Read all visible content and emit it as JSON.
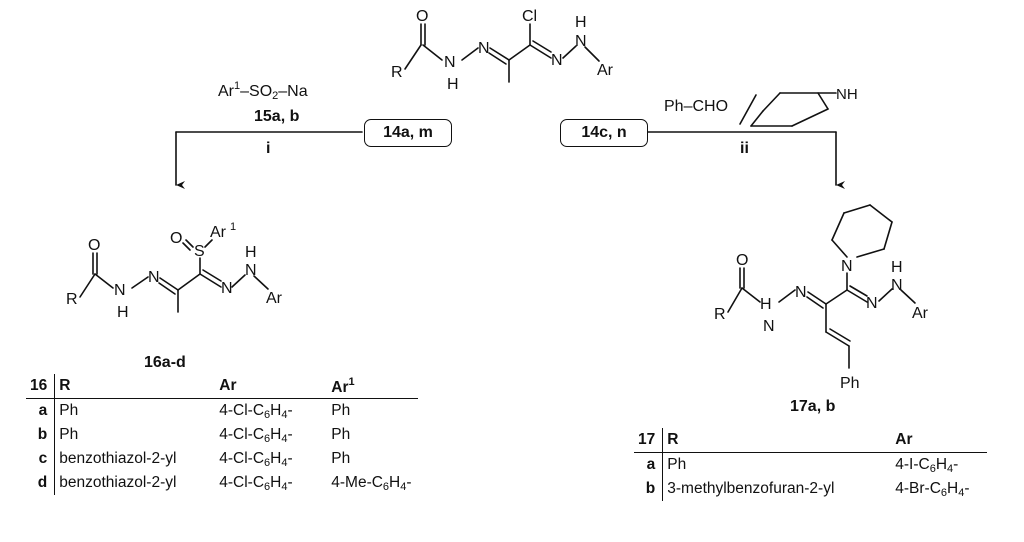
{
  "reagents": {
    "left_reagent_prefix": "Ar",
    "left_reagent_sup": "1",
    "left_reagent_mid": "–SO",
    "left_reagent_sub": "2",
    "left_reagent_suffix": "–Na",
    "left_reagent_label": "15a, b",
    "left_step": "i",
    "right_reagent": "Ph–CHO",
    "right_step": "ii"
  },
  "compound_labels": {
    "start_left": "14a, m",
    "start_right": "14c, n",
    "product_left": "16a-d",
    "product_right": "17a, b"
  },
  "atoms": {
    "O": "O",
    "Cl": "Cl",
    "R": "R",
    "N": "N",
    "H": "H",
    "Ar": "Ar",
    "S": "S",
    "Ar1": "Ar",
    "sup1": "1",
    "Ph": "Ph",
    "NH": "NH"
  },
  "table16": {
    "headers": [
      "16",
      "R",
      "Ar",
      "Ar"
    ],
    "header_sup": "1",
    "rows": [
      {
        "key": "a",
        "R": "Ph",
        "Ar_pre": "4-Cl-C",
        "Ar_sub": "6",
        "Ar_mid": "H",
        "Ar_sub2": "4",
        "Ar_post": "-",
        "Ar1_text": "Ph",
        "Ar1_pre": "",
        "Ar1_sub": "",
        "Ar1_mid": "",
        "Ar1_sub2": "",
        "Ar1_post": ""
      },
      {
        "key": "b",
        "R": "Ph",
        "Ar_pre": "4-Cl-C",
        "Ar_sub": "6",
        "Ar_mid": "H",
        "Ar_sub2": "4",
        "Ar_post": "-",
        "Ar1_text": "Ph",
        "Ar1_pre": "",
        "Ar1_sub": "",
        "Ar1_mid": "",
        "Ar1_sub2": "",
        "Ar1_post": ""
      },
      {
        "key": "c",
        "R": "benzothiazol-2-yl",
        "Ar_pre": "4-Cl-C",
        "Ar_sub": "6",
        "Ar_mid": "H",
        "Ar_sub2": "4",
        "Ar_post": "-",
        "Ar1_text": "Ph",
        "Ar1_pre": "",
        "Ar1_sub": "",
        "Ar1_mid": "",
        "Ar1_sub2": "",
        "Ar1_post": ""
      },
      {
        "key": "d",
        "R": "benzothiazol-2-yl",
        "Ar_pre": "4-Cl-C",
        "Ar_sub": "6",
        "Ar_mid": "H",
        "Ar_sub2": "4",
        "Ar_post": "-",
        "Ar1_text": "",
        "Ar1_pre": "4-Me-C",
        "Ar1_sub": "6",
        "Ar1_mid": "H",
        "Ar1_sub2": "4",
        "Ar1_post": "-"
      }
    ]
  },
  "table17": {
    "headers": [
      "17",
      "R",
      "Ar"
    ],
    "rows": [
      {
        "key": "a",
        "R": "Ph",
        "Ar_pre": "4-I-C",
        "Ar_sub": "6",
        "Ar_mid": "H",
        "Ar_sub2": "4",
        "Ar_post": "-"
      },
      {
        "key": "b",
        "R": "3-methylbenzofuran-2-yl",
        "Ar_pre": "4-Br-C",
        "Ar_sub": "6",
        "Ar_mid": "H",
        "Ar_sub2": "4",
        "Ar_post": "-"
      }
    ]
  }
}
